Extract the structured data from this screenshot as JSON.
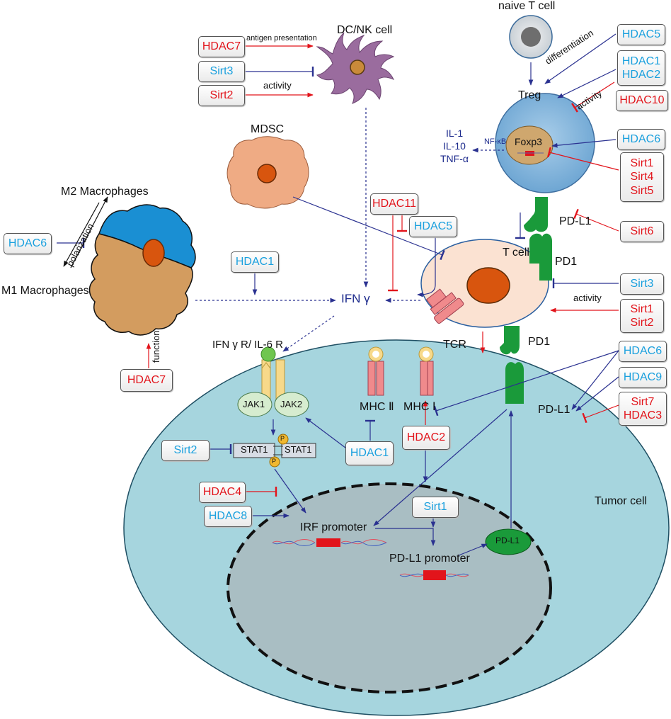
{
  "colors": {
    "inhibit_red": "#e2141b",
    "activate_navy": "#2a3190",
    "blue_text": "#1aa0de",
    "tumor_fill": "#a6d5de",
    "nucleus_fill": "#a9bec3",
    "pdl1_green": "#1a9a3a",
    "mdsc_fill": "#efab84",
    "dc_fill": "#9a6c9e",
    "treg_fill": "#7eb2da",
    "tcell_fill": "#fbe2d2",
    "m2_fill": "#1a8fd3",
    "m1_fill": "#d39c5f"
  },
  "cells": {
    "naive_t": "naive T cell",
    "dc_nk": "DC/NK cell",
    "treg": "Treg",
    "mdsc": "MDSC",
    "m2": "M2 Macrophages",
    "m1": "M1 Macrophages",
    "t_cell": "T cell",
    "tumor": "Tumor cell",
    "foxp3": "Foxp3"
  },
  "labels": {
    "antigen_presentation": "antigen presentation",
    "activity_dc": "activity",
    "differentiation": "differentiation",
    "activity_treg": "activity",
    "polarization": "polarization",
    "function": "function",
    "activity_t": "activity",
    "nfkb": "NF-κB",
    "il1": "IL-1",
    "il10": "IL-10",
    "tnfa": "TNF-α",
    "ifn_gamma": "IFN γ",
    "ifn_receptor": "IFN γ R/ IL-6 R",
    "jak1": "JAK1",
    "jak2": "JAK2",
    "stat1_a": "STAT1",
    "stat1_b": "STAT1",
    "p": "P",
    "mhc2": "MHC Ⅱ",
    "mhc1": "MHC Ⅰ",
    "tcr": "TCR",
    "pd1_top": "PD1",
    "pd1_bottom": "PD1",
    "pdl1_treg": "PD-L1",
    "pdl1_tumor": "PD-L1",
    "irf_promoter": "IRF promoter",
    "pdl1_promoter": "PD-L1 promoter",
    "pdl1_oval": "PD-L1"
  },
  "boxes": {
    "hdac7_dc": [
      "HDAC7"
    ],
    "sirt3_dc": [
      "Sirt3"
    ],
    "sirt2_dc": [
      "Sirt2"
    ],
    "hdac5_naive": [
      "HDAC5"
    ],
    "hdac1_2_treg": [
      "HDAC1",
      "HDAC2"
    ],
    "hdac10_treg": [
      "HDAC10"
    ],
    "hdac6_treg": [
      "HDAC6"
    ],
    "sirt_1_4_5": [
      "Sirt1",
      "Sirt4",
      "Sirt5"
    ],
    "sirt6": [
      "Sirt6"
    ],
    "hdac11": [
      "HDAC11"
    ],
    "hdac5_mid": [
      "HDAC5"
    ],
    "hdac6_m2": [
      "HDAC6"
    ],
    "hdac1_ifn": [
      "HDAC1"
    ],
    "sirt3_t": [
      "Sirt3"
    ],
    "sirt1_2_t": [
      "Sirt1",
      "Sirt2"
    ],
    "hdac7_m1": [
      "HDAC7"
    ],
    "hdac6_pdl1": [
      "HDAC6"
    ],
    "hdac9": [
      "HDAC9"
    ],
    "sirt7_hdac3": [
      "Sirt7",
      "HDAC3"
    ],
    "hdac1_mhc": [
      "HDAC1"
    ],
    "hdac2_mhc": [
      "HDAC2"
    ],
    "sirt2_stat": [
      "Sirt2"
    ],
    "hdac4": [
      "HDAC4"
    ],
    "hdac8": [
      "HDAC8"
    ],
    "sirt1_nuc": [
      "Sirt1"
    ]
  }
}
